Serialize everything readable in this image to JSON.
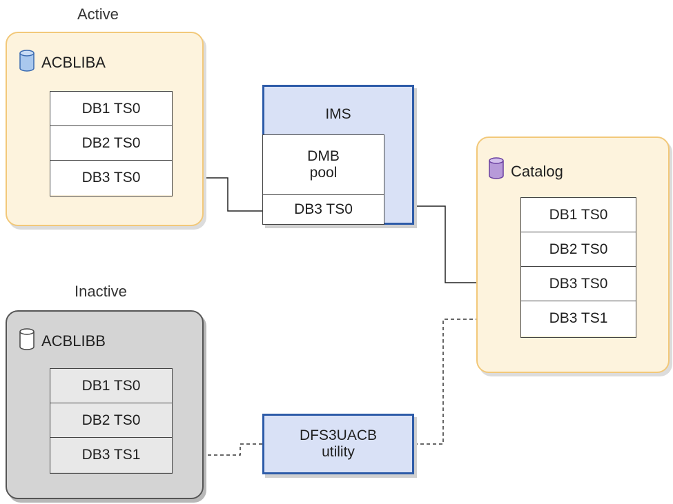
{
  "captions": {
    "active": "Active",
    "inactive": "Inactive"
  },
  "acbliba": {
    "title": "ACBLIBA",
    "rows": [
      "DB1 TS0",
      "DB2 TS0",
      "DB3 TS0"
    ]
  },
  "acblibb": {
    "title": "ACBLIBB",
    "rows": [
      "DB1 TS0",
      "DB2 TS0",
      "DB3 TS1"
    ]
  },
  "ims": {
    "title": "IMS",
    "pool_line1": "DMB",
    "pool_line2": "pool",
    "member": "DB3 TS0"
  },
  "catalog": {
    "title": "Catalog",
    "rows": [
      "DB1 TS0",
      "DB2 TS0",
      "DB3 TS0",
      "DB3 TS1"
    ]
  },
  "utility": {
    "line1": "DFS3UACB",
    "line2": "utility"
  },
  "icons": {
    "acbliba": "database-icon",
    "acblibb": "database-icon",
    "catalog": "database-icon"
  },
  "colors": {
    "active_panel": "#fdf3dd",
    "inactive_panel": "#d4d4d4",
    "ims_box": "#d9e1f6",
    "ims_border": "#2d5ba8",
    "acbliba_db": "#a9c8ee",
    "catalog_db": "#b79ad9"
  }
}
